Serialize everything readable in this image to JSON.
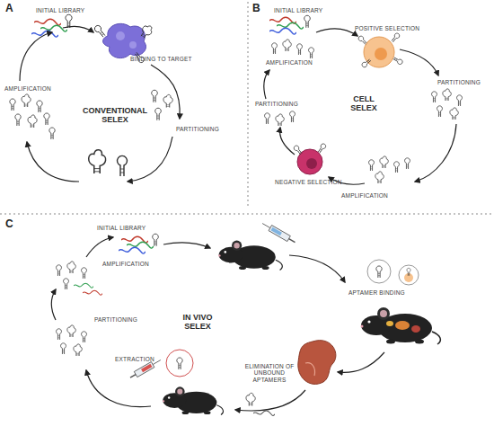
{
  "diagram": {
    "labels": [
      "A",
      "INITIAL LIBRARY",
      "BINDING TO TARGET",
      "PARTITIONING",
      "AMPLIFICATION",
      "CONVENTIONAL SELEX",
      "B",
      "INITIAL LIBRARY",
      "POSITIVE SELECTION",
      "PARTITIONING",
      "AMPLIFICATION",
      "NEGATIVE SELECTION",
      "PARTITIONING",
      "AMPLIFICATION",
      "CELL SELEX",
      "C",
      "INITIAL LIBRARY",
      "APTAMER BINDING",
      "ELIMINATION OF UNBOUND APTAMERS",
      "EXTRACTION",
      "PARTITIONING",
      "AMPLIFICATION",
      "IN VIVO SELEX"
    ]
  }
}
